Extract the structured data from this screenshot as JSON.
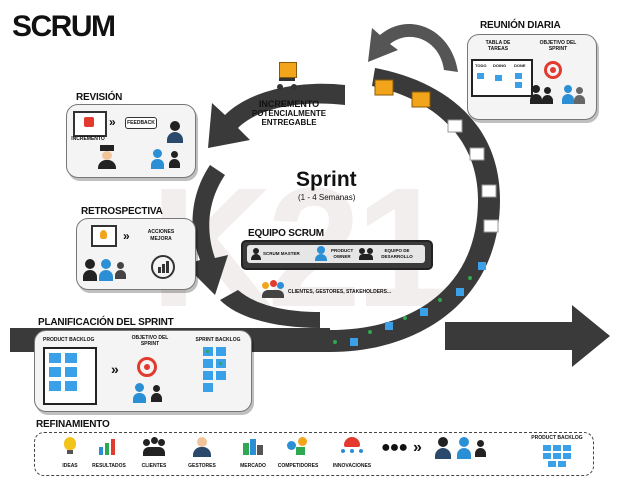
{
  "title": "SCRUM",
  "sprint": {
    "title": "Sprint",
    "subtitle": "(1 - 4 Semanas)"
  },
  "increment": {
    "line1": "INCREMENTO",
    "line2": "POTENCIALMENTE",
    "line3": "ENTREGABLE"
  },
  "daily": {
    "header": "REUNIÓN DIARIA",
    "board_label": "TABLA DE TAREAS",
    "goal_label": "OBJETIVO DEL SPRINT",
    "cols": [
      "TODO",
      "DOING",
      "DONE"
    ]
  },
  "review": {
    "header": "REVISIÓN",
    "feedback": "FEEDBACK",
    "increment": "INCREMENTO"
  },
  "retro": {
    "header": "RETROSPECTIVA",
    "actions": "ACCIONES MEJORA"
  },
  "team": {
    "header": "EQUIPO SCRUM",
    "scrum_master": "SCRUM MASTER",
    "product_owner": "PRODUCT OWNER",
    "dev_team": "EQUIPO DE DESARROLLO",
    "stakeholders": "CLIENTES, GESTORES, STAKEHOLDERS..."
  },
  "planning": {
    "header": "PLANIFICACIÓN DEL SPRINT",
    "product_backlog": "PRODUCT BACKLOG",
    "goal": "OBJETIVO DEL SPRINT",
    "sprint_backlog": "SPRINT BACKLOG"
  },
  "refinement": {
    "header": "REFINAMIENTO",
    "items": [
      "IDEAS",
      "RESULTADOS",
      "CLIENTES",
      "GESTORES",
      "MERCADO",
      "COMPETIDORES",
      "INNOVACIONES"
    ],
    "product_backlog": "PRODUCT BACKLOG"
  },
  "watermark": "K21",
  "colors": {
    "arrow": "#3a3a3a",
    "accent_blue": "#2b8fd6",
    "accent_orange": "#f2a51a",
    "accent_red": "#e23a2e",
    "sticky_blue": "#3aa0e8",
    "green_dot": "#2fa84f"
  }
}
